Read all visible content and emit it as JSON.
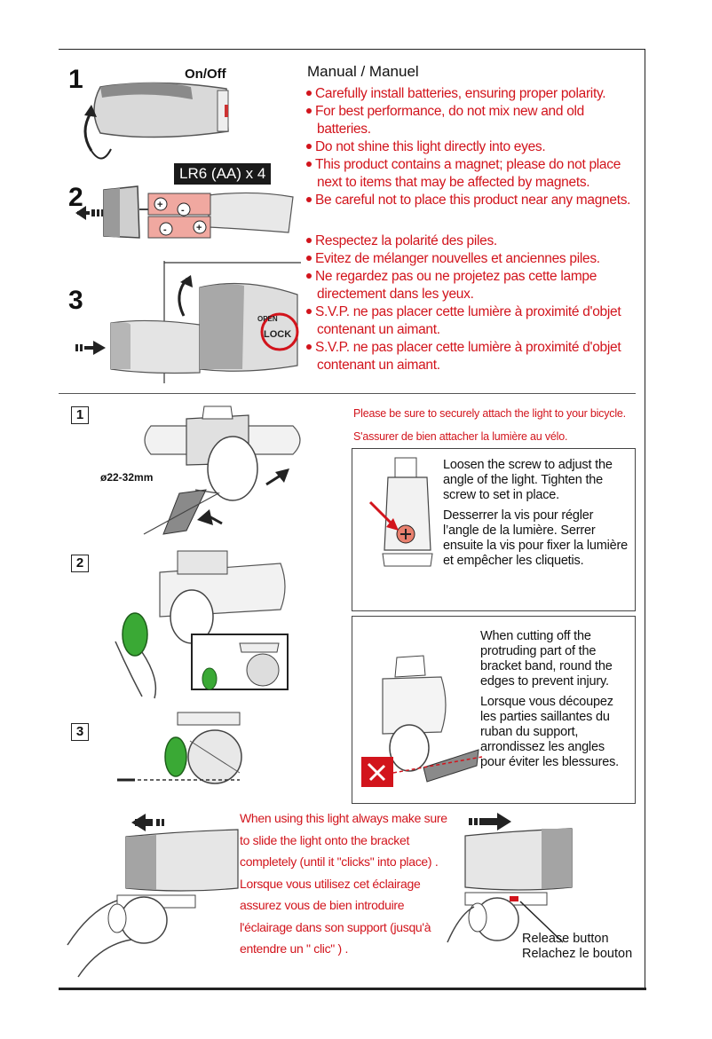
{
  "steps_top": {
    "step1_num": "1",
    "step1_label": "On/Off",
    "step2_num": "2",
    "step2_battery": "LR6 (AA) x 4",
    "step3_num": "3",
    "step3_open": "OPEN",
    "step3_lock": "LOCK"
  },
  "manual": {
    "title": "Manual / Manuel",
    "english": [
      "Carefully install batteries, ensuring proper polarity.",
      "For best performance, do not mix new and old",
      "batteries.",
      "Do not shine this light directly into eyes.",
      "This product contains a magnet; please do not place",
      "next to items that may be affected by magnets.",
      "Be careful not to place this product near any magnets."
    ],
    "french": [
      "Respectez la polarité des piles.",
      "Evitez de mélanger nouvelles et anciennes piles.",
      "Ne regardez pas ou ne projetez pas cette lampe",
      "directement dans les yeux.",
      "S.V.P. ne pas placer cette lumière à proximité d'objet",
      "contenant un aimant.",
      "S.V.P. ne pas placer cette lumière à proximité d'objet",
      "contenant un aimant."
    ]
  },
  "mount_steps": {
    "num1": "1",
    "num2": "2",
    "num3": "3",
    "diameter": "ø22-32mm"
  },
  "notes": {
    "attach_en": "Please be sure to securely attach the light to your bicycle.",
    "attach_fr": "S'assurer de bien attacher la lumière au vélo."
  },
  "screw_box": {
    "en": "Loosen the screw to adjust the angle of the light. Tighten the screw to set in place.",
    "fr": "Desserrer la vis pour régler l’angle de la lumière. Serrer ensuite la vis pour fixer la lumière et empêcher les cliquetis."
  },
  "cut_box": {
    "en": "When cutting off the protruding part of the bracket band, round the edges to prevent injury.",
    "fr": "Lorsque vous découpez les parties saillantes du ruban du support, arrondissez les angles pour éviter les blessures."
  },
  "slide": {
    "lines": [
      "When using this light always make sure",
      "to slide the light onto the bracket",
      "completely  (until it \"clicks\" into place) .",
      "Lorsque vous utilisez cet éclairage",
      "assurez vous de bien introduire",
      "l'éclairage dans son support  (jusqu'à",
      "entendre un \" clic\" ) ."
    ]
  },
  "release": {
    "en": "Release button",
    "fr": "Relachez le bouton"
  },
  "colors": {
    "accent_red": "#d2141c",
    "text": "#111111",
    "green_ring": "#3aa935",
    "battery_pink": "#f0a8a0"
  }
}
